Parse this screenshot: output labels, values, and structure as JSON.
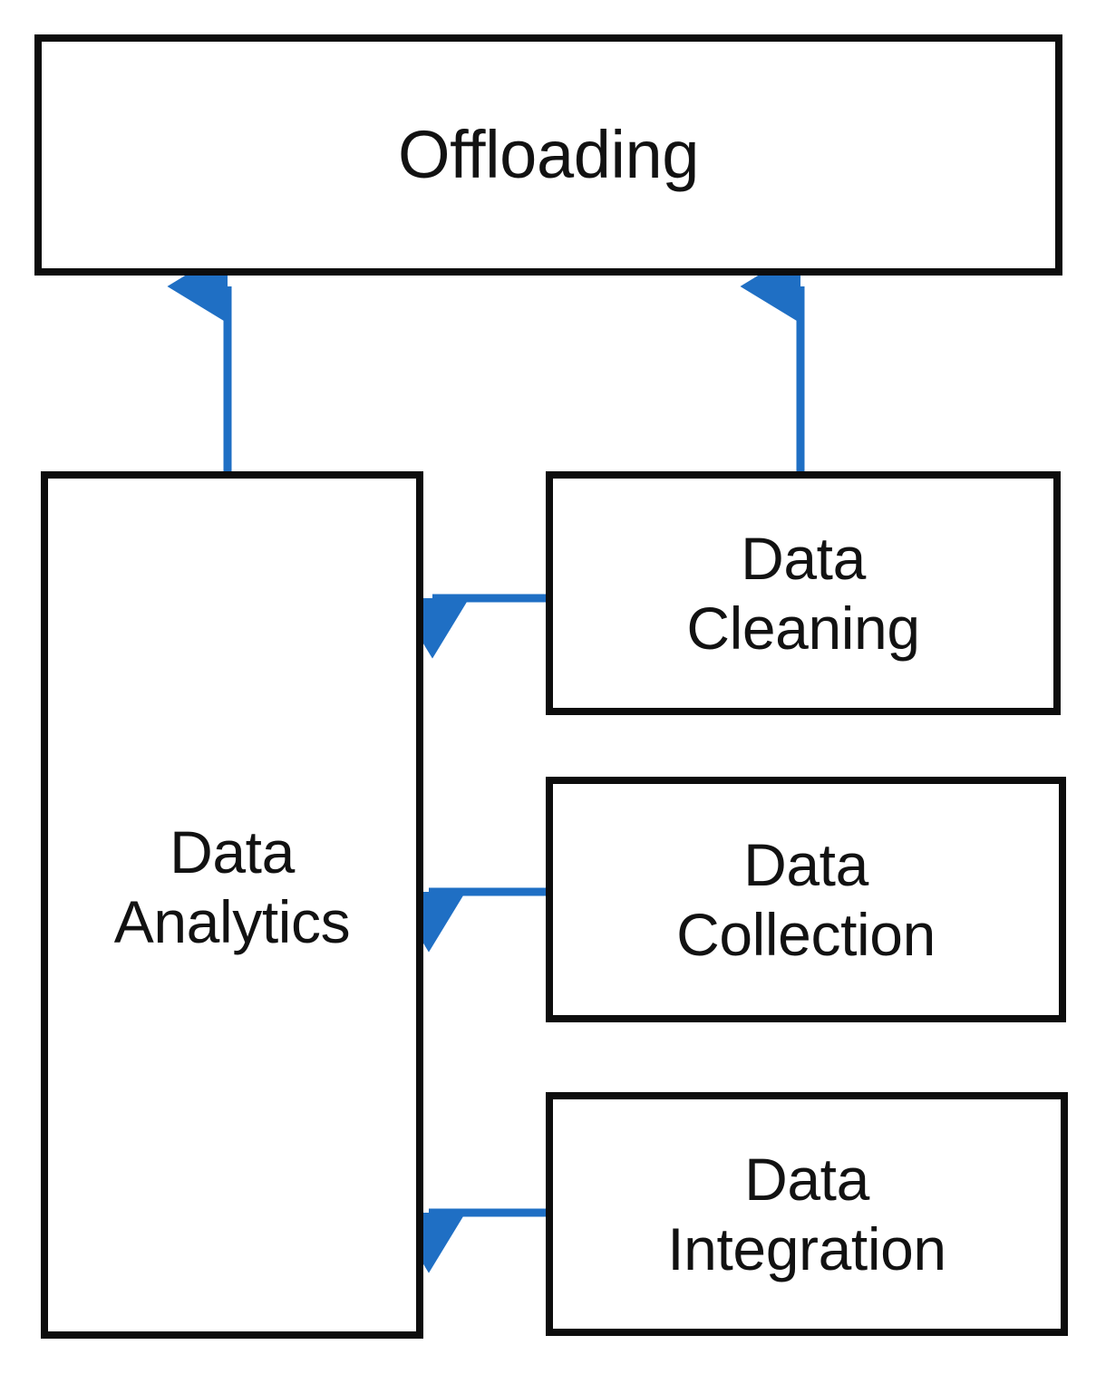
{
  "diagram": {
    "title": "Offloading data pipeline block diagram",
    "background_color": "#ffffff",
    "box_border_color": "#0d0d0d",
    "arrow_color": "#1f6fc4",
    "nodes": [
      {
        "id": "offloading",
        "label": "Offloading"
      },
      {
        "id": "data-analytics",
        "label": "Data\nAnalytics"
      },
      {
        "id": "data-cleaning",
        "label": "Data\nCleaning"
      },
      {
        "id": "data-collection",
        "label": "Data\nCollection"
      },
      {
        "id": "data-integration",
        "label": "Data\nIntegration"
      }
    ],
    "edges": [
      {
        "id": "analytics-to-offloading",
        "from": "data-analytics",
        "to": "offloading",
        "direction": "up"
      },
      {
        "id": "cleaning-to-offloading",
        "from": "data-cleaning",
        "to": "offloading",
        "direction": "up"
      },
      {
        "id": "cleaning-to-analytics",
        "from": "data-cleaning",
        "to": "data-analytics",
        "direction": "left"
      },
      {
        "id": "collection-to-analytics",
        "from": "data-collection",
        "to": "data-analytics",
        "direction": "left"
      },
      {
        "id": "integration-to-analytics",
        "from": "data-integration",
        "to": "data-analytics",
        "direction": "left"
      }
    ]
  }
}
